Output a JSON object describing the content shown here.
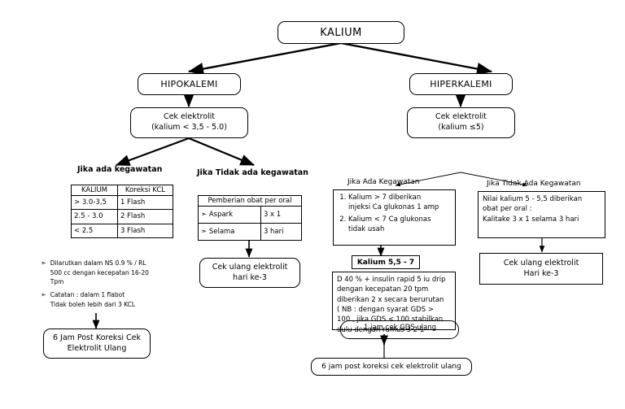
{
  "diagram": {
    "title": "KALIUM",
    "root": {
      "label": "KALIUM"
    },
    "branches": {
      "left": {
        "label": "HIPOKALEMI"
      },
      "right": {
        "label": "HIPERKALEMI"
      }
    },
    "checks": {
      "left": {
        "line1": "Cek elektrolit",
        "line2": "(kalium < 3,5 - 5.0)"
      },
      "right": {
        "line1": "Cek elektrolit",
        "line2": "(kalium ≤5)"
      }
    },
    "hypo": {
      "branch_emergency_label": "Jika ada kegawatan",
      "branch_no_emergency_label": "Jika Tidak ada kegawatan",
      "kalium_table": {
        "headers": [
          "KALIUM",
          "Koreksi KCL"
        ],
        "rows": [
          [
            "> 3.0-3,5",
            "1 Flash"
          ],
          [
            "2.5 - 3.0",
            "2 Flash"
          ],
          [
            "< 2.5",
            "3 Flash"
          ]
        ]
      },
      "oral_table": {
        "header": "Pemberian obat per oral",
        "rows": [
          [
            "Aspark",
            "3 x 1"
          ],
          [
            "Selama",
            "3 hari"
          ]
        ]
      },
      "notes": [
        "Dilarutkan dalam NS 0.9 % / RL 500 cc dengan kecepatan 16-20 Tpm",
        "Catatan : dalam 1 flabot Tidak boleh lebih dari 3 KCL"
      ],
      "notes_lines": [
        [
          "Dilarutkan dalam NS 0.9 % / RL",
          "500 cc dengan kecepatan 16-20",
          "Tpm"
        ],
        [
          "Catatan : dalam 1 flabot",
          "Tidak boleh lebih dari 3 KCL"
        ]
      ],
      "result_emergency": {
        "line1": "6 Jam Post Koreksi Cek",
        "line2": "Elektrolit Ulang"
      },
      "result_no_emergency": {
        "line1": "Cek ulang elektrolit",
        "line2": "hari ke-3"
      }
    },
    "hyper": {
      "branch_emergency_label": "Jika Ada Kegawatan",
      "branch_no_emergency_label": "Jika Tidak Ada Kegawatan",
      "emergency_steps": [
        "Kalium > 7 diberikan injeksi Ca glukonas 1 amp",
        "Kalium < 7 Ca glukonas tidak usah"
      ],
      "emergency_steps_lines": [
        [
          "Kalium > 7 diberikan",
          "injeksi Ca glukonas 1 amp"
        ],
        [
          "Kalium < 7 Ca glukonas",
          "tidak usah"
        ]
      ],
      "kalium_range_label": "Kalium 5,5 - 7",
      "drip_protocol_lines": [
        "D 40 % + insulin rapid 5 iu drip",
        "dengan kecepatan 20 tpm",
        "diberikan 2 x secara berurutan",
        "( NB : dengan syarat GDS >",
        "100 , jika GDS < 100 stabilkan",
        "dulu dengan rumus 3 2 1"
      ],
      "gds_recheck_label": "1 jam cek GDS ulang",
      "no_emergency_lines": [
        "Nilai kalium 5 - 5,5 diberikan",
        "obat per oral :",
        "Kalitake 3 x 1 selama 3 hari"
      ],
      "result_no_emergency": {
        "line1": "Cek ulang elektrolit",
        "line2": "Hari ke-3"
      },
      "result_emergency": "6 jam post koreksi cek elektrolit ulang"
    }
  },
  "colors": {
    "stroke": "#000000",
    "background": "#ffffff"
  }
}
